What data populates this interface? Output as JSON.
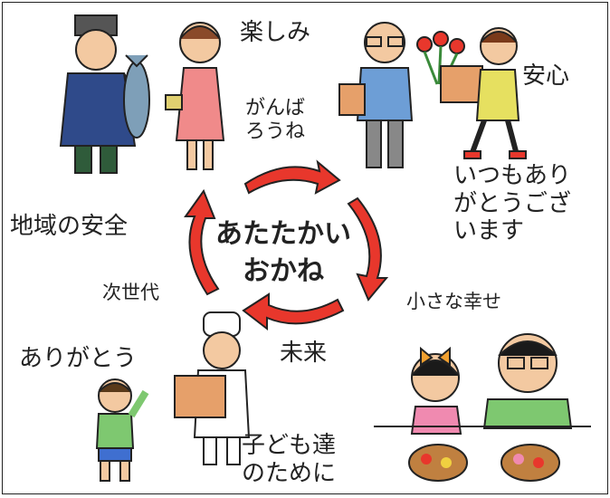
{
  "center_text": "あたたかい\nおかね",
  "labels": {
    "fun": "楽しみ",
    "relief": "安心",
    "ganbarou": "がんば\nろうね",
    "thanks_always": "いつもあり\nがとうござ\nいます",
    "safety": "地域の安全",
    "small_happiness": "小さな幸せ",
    "next_generation": "次世代",
    "future": "未来",
    "thank_you": "ありがとう",
    "for_children": "子ども達\nのために"
  },
  "colors": {
    "arrow": "#e8372c",
    "arrow_outline": "#222222",
    "text": "#222222"
  }
}
